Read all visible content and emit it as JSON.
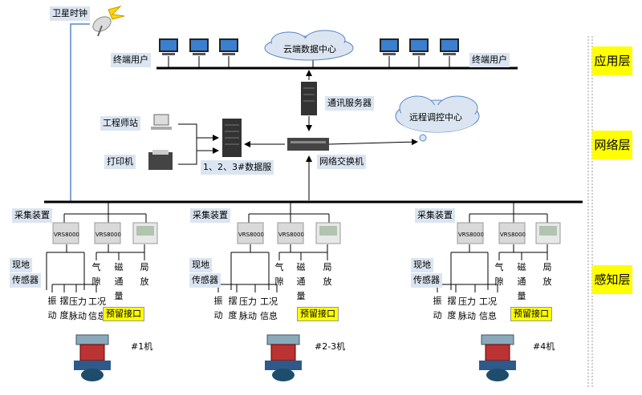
{
  "title_labels": {
    "satellite_clock": "卫星时钟",
    "cloud_center": "云端数据中心",
    "end_user_left": "终端用户",
    "end_user_right": "终端用户",
    "comm_server": "通讯服务器",
    "remote_center": "远程调控中心",
    "engineer_station": "工程师站",
    "printer": "打印机",
    "data_server": "1、2、3#数据服",
    "network_switch": "网络交换机"
  },
  "layers": {
    "app": "应用层",
    "network": "网络层",
    "perception": "感知层"
  },
  "units": [
    {
      "collector_label": "采集装置",
      "device_a": "VRS8000",
      "device_b": "VRS8000",
      "field_sensor_1": "现地",
      "field_sensor_2": "传感器",
      "col1_chars": [
        "振",
        "动"
      ],
      "col2_chars": [
        "摆",
        "度"
      ],
      "col3_chars": [
        "压力",
        "脉动"
      ],
      "col4_chars": [
        "工况",
        "信息"
      ],
      "air_gap": [
        "气",
        "隙"
      ],
      "magnetic": [
        "磁",
        "通",
        "量"
      ],
      "partial": [
        "局",
        "放"
      ],
      "reserved": "预留接口",
      "unit_name": "#1机"
    },
    {
      "collector_label": "采集装置",
      "device_a": "VRS8000",
      "device_b": "VRS8000",
      "field_sensor_1": "现地",
      "field_sensor_2": "传感器",
      "col1_chars": [
        "振",
        "动"
      ],
      "col2_chars": [
        "摆",
        "度"
      ],
      "col3_chars": [
        "压力",
        "脉动"
      ],
      "col4_chars": [
        "工况",
        "信息"
      ],
      "air_gap": [
        "气",
        "隙"
      ],
      "magnetic": [
        "磁",
        "通",
        "量"
      ],
      "partial": [
        "局",
        "放"
      ],
      "reserved": "预留接口",
      "unit_name": "#2-3机"
    },
    {
      "collector_label": "采集装置",
      "device_a": "VRS8000",
      "device_b": "VRS8000",
      "field_sensor_1": "现地",
      "field_sensor_2": "传感器",
      "col1_chars": [
        "振",
        "动"
      ],
      "col2_chars": [
        "摆",
        "度"
      ],
      "col3_chars": [
        "压力",
        "脉动"
      ],
      "col4_chars": [
        "工况",
        "信息"
      ],
      "air_gap": [
        "气",
        "隙"
      ],
      "magnetic": [
        "磁",
        "通",
        "量"
      ],
      "partial": [
        "局",
        "放"
      ],
      "reserved": "预留接口",
      "unit_name": "#4机"
    }
  ]
}
